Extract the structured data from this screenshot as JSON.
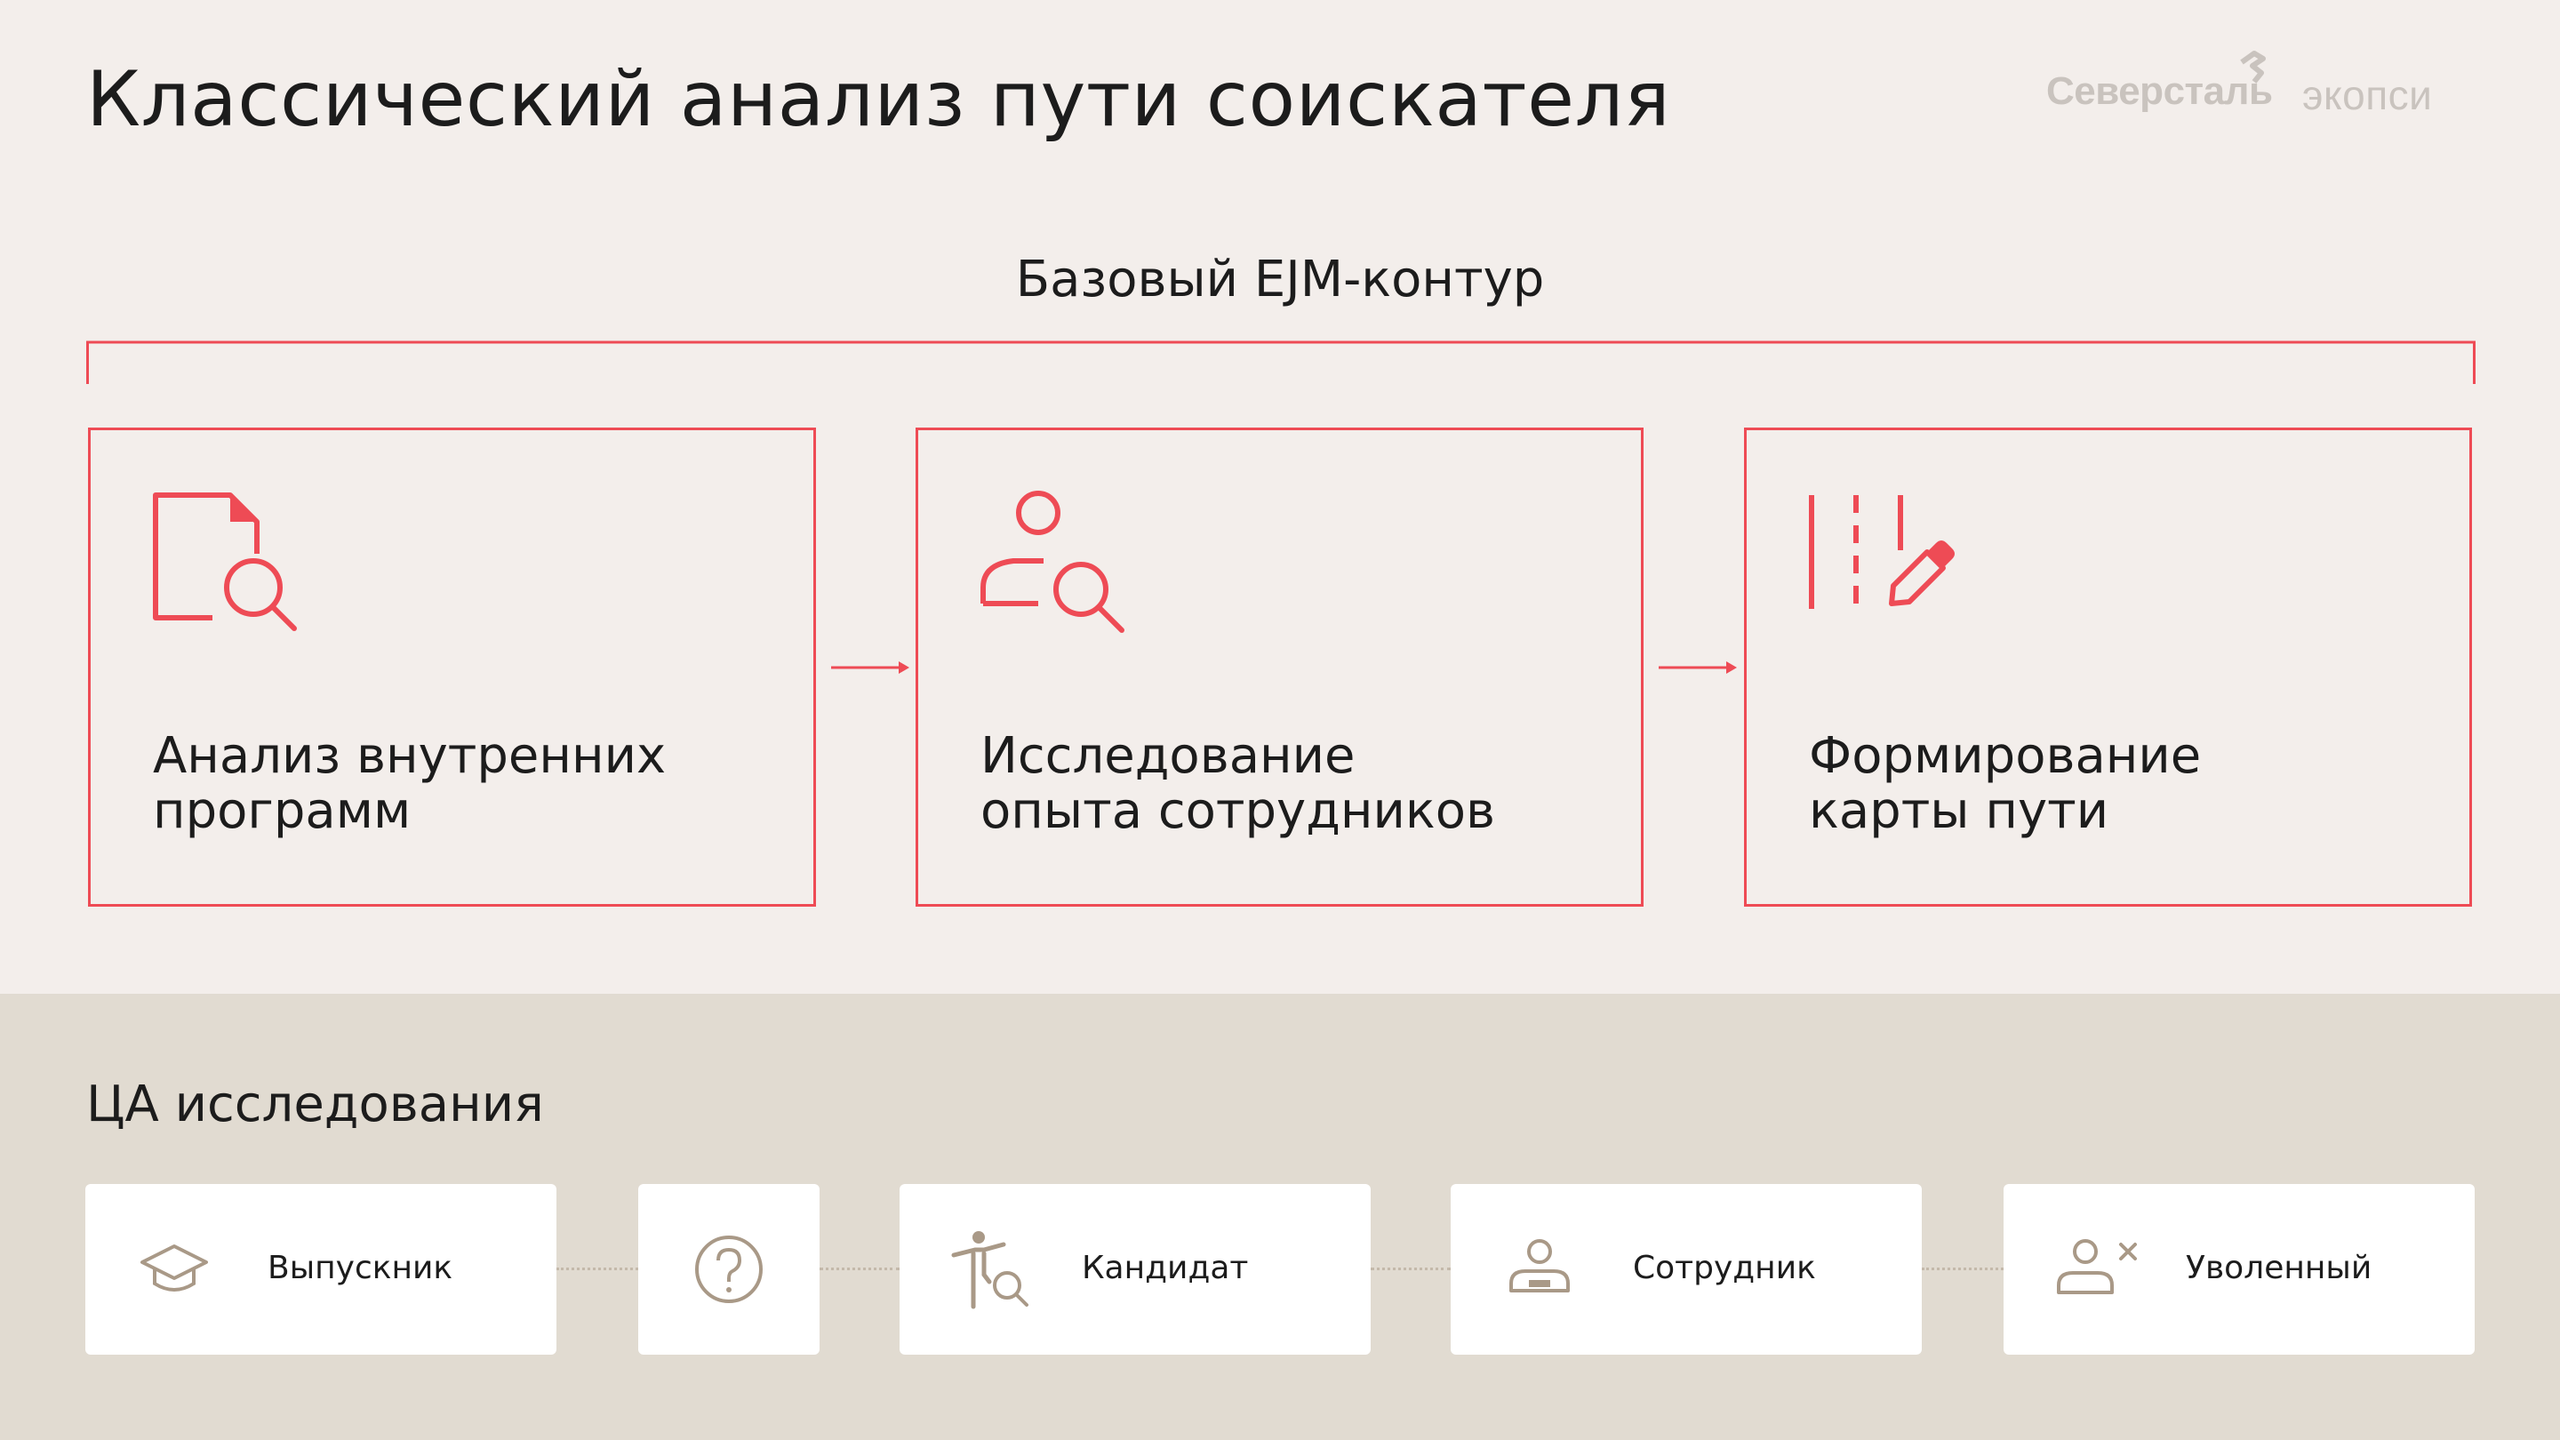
{
  "header": {
    "title": "Классический анализ пути соискателя",
    "logos": {
      "severstal": "Северсталь",
      "ecopsy": "экопси"
    }
  },
  "ejm": {
    "title": "Базовый EJM-контур",
    "stages": [
      {
        "line1": "Анализ внутренних",
        "line2": "программ",
        "icon": "document-search-icon"
      },
      {
        "line1": "Исследование",
        "line2": "опыта сотрудников",
        "icon": "person-search-icon"
      },
      {
        "line1": "Формирование",
        "line2": "карты пути",
        "icon": "map-draw-icon"
      }
    ]
  },
  "audience": {
    "title": "ЦА исследования",
    "items": [
      {
        "label": "Выпускник",
        "icon": "graduation-cap-icon"
      },
      {
        "label": "",
        "icon": "question-circle-icon"
      },
      {
        "label": "Кандидат",
        "icon": "candidate-search-icon"
      },
      {
        "label": "Сотрудник",
        "icon": "employee-icon"
      },
      {
        "label": "Уволенный",
        "icon": "dismissed-person-icon"
      }
    ]
  },
  "colors": {
    "accent": "#ee4b55",
    "background_top": "#f3eeeb",
    "background_bottom": "#e1dbd1",
    "icon_muted": "#a99987",
    "logo_gray": "#c9c3be"
  }
}
